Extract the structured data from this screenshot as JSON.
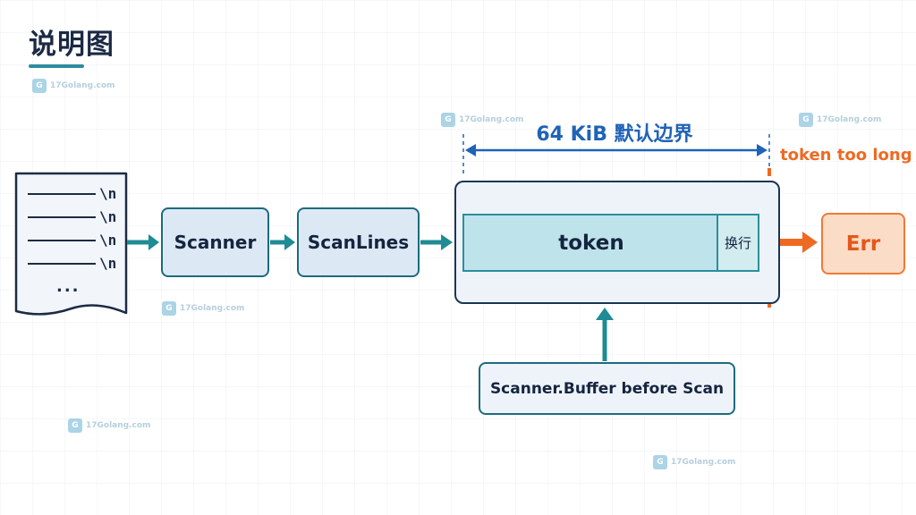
{
  "title": "说明图",
  "watermark": "17Golang.com",
  "document": {
    "lines": [
      "\\n",
      "\\n",
      "\\n",
      "\\n"
    ],
    "ellipsis": "..."
  },
  "nodes": {
    "scanner": "Scanner",
    "scanlines": "ScanLines",
    "token": "token",
    "newline": "换行",
    "err": "Err",
    "buffer_note": "Scanner.Buffer before Scan"
  },
  "boundary": {
    "label": "64 KiB 默认边界",
    "error_label": "token too long"
  },
  "colors": {
    "teal_arrow": "#1f8b94",
    "boundary_blue": "#1f63b6",
    "error_orange": "#ee6a22",
    "box_fill": "#dde8f5",
    "token_fill": "#bfe3ea",
    "err_fill": "#fbdcc7"
  }
}
